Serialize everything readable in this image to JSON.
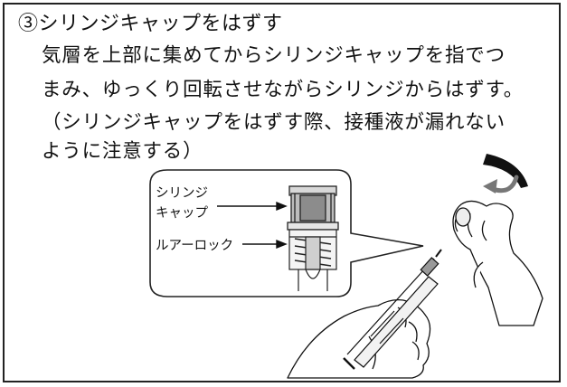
{
  "step": {
    "title": "③シリンジキャップをはずす"
  },
  "instructions": {
    "line1": "気層を上部に集めてからシリンジキャップを指でつ",
    "line2": "まみ、ゆっくり回転させながらシリンジからはずす。",
    "line3": "（シリンジキャップをはずす際、接種液が漏れない",
    "line4": "ように注意する）"
  },
  "callout": {
    "cap_label_line1": "シリンジ",
    "cap_label_line2": "キャップ",
    "luer_label": "ルアーロック"
  }
}
